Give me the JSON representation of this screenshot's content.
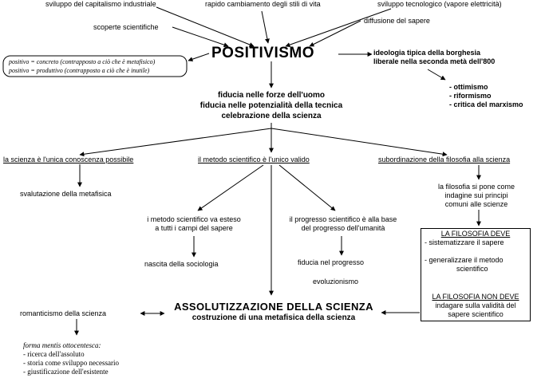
{
  "top": {
    "capitalism": "sviluppo del capitalismo industriale",
    "styles": "rapido cambiamento degli stili di vita",
    "tech": "sviluppo tecnologico (vapore elettricità)",
    "discoveries": "scoperte scientifiche",
    "knowledge": "diffusione del sapere"
  },
  "center": {
    "title": "POSITIVISMO"
  },
  "definitions": [
    "positivo = concreto (contrapposto a ciò che è metafisico)",
    "positivo = produttivo (contrapposto a ciò che è inutile)"
  ],
  "ideology": {
    "lines": [
      "ideologia tipica della borghesia",
      "liberale nella seconda metà dell'800"
    ],
    "items": [
      "- ottimismo",
      "- riformismo",
      "- critica del marxismo"
    ]
  },
  "trust": [
    "fiducia nelle forze dell'uomo",
    "fiducia nelle potenzialità della tecnica",
    "celebrazione della scienza"
  ],
  "branches": {
    "left": "la scienza è l'unica conoscenza possibile",
    "middle": "il metodo scientifico è l'unico valido",
    "right": "subordinazione della filosofia alla scienza"
  },
  "metaphysics": "svalutazione della metafisica",
  "method": [
    "i metodo scientifico va esteso",
    "a tutti i campi del sapere"
  ],
  "sociology": "nascita della sociologia",
  "progress": [
    "il progresso scientifico è alla base",
    "del progresso dell'umanità"
  ],
  "trust_progress": "fiducia nel progresso",
  "evolutionism": "evoluzionismo",
  "philosophy_role": [
    "la filosofia si pone come",
    "indagine sui principi",
    "comuni alle scienze"
  ],
  "must": {
    "heading": "LA FILOSOFIA DEVE",
    "items": [
      "- sistematizzare il sapere",
      "- generalizzare il metodo",
      "scientifico"
    ]
  },
  "must_not": {
    "heading": "LA FILOSOFIA NON DEVE",
    "lines": [
      "indagare sulla validità del",
      "sapere scientifico"
    ]
  },
  "absolute": {
    "title": "ASSOLUTIZZAZIONE DELLA SCIENZA",
    "subtitle": "costruzione di una metafisica della scienza"
  },
  "romanticism": "romanticismo della scienza",
  "mentis": {
    "heading": "forma mentis ottocentesca:",
    "items": [
      "- ricerca dell'assoluto",
      "- storia come sviluppo necessario",
      "- giustificazione dell'esistente"
    ]
  }
}
